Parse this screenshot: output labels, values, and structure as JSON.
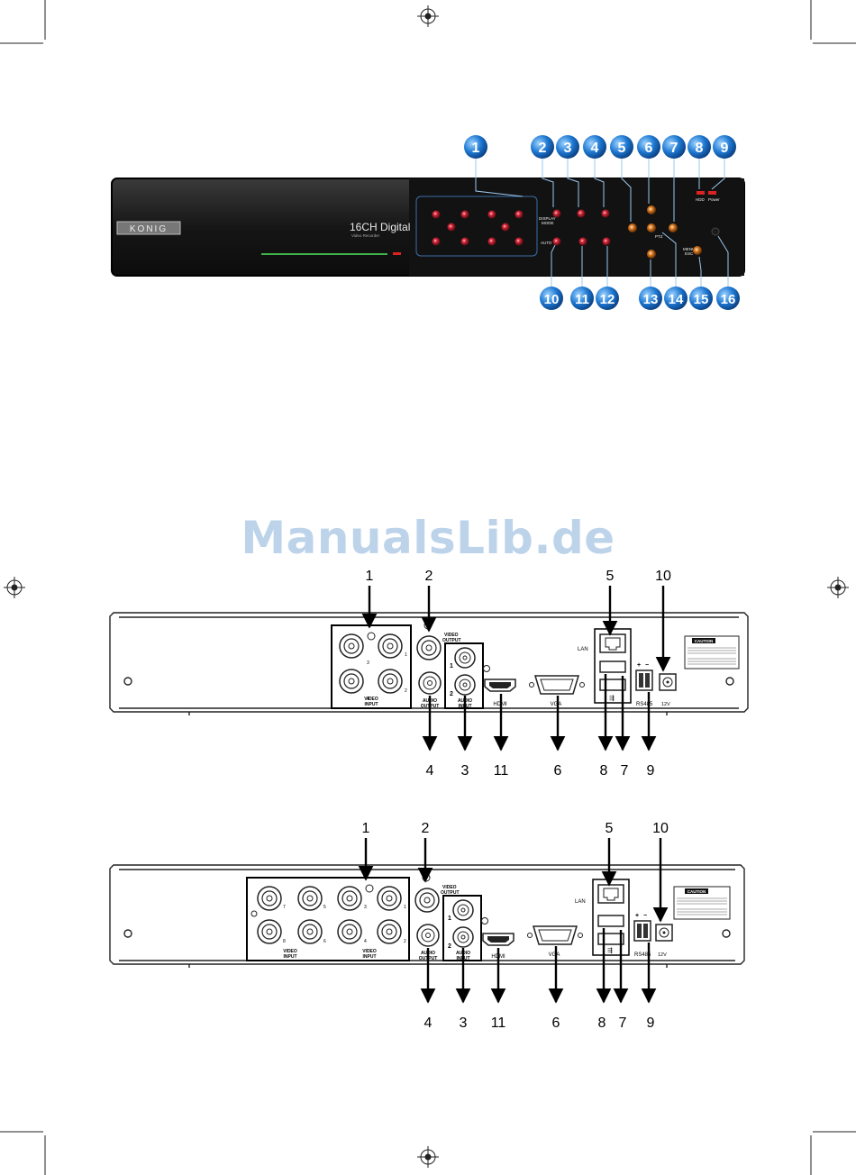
{
  "watermark": "ManualsLib.de",
  "front_panel": {
    "brand_logo": "KONIG",
    "model_line1": "16CH Digital",
    "model_line2": "Video Recorder",
    "callouts": [
      "1",
      "2",
      "3",
      "4",
      "5",
      "6",
      "7",
      "8",
      "9",
      "10",
      "11",
      "12",
      "13",
      "14",
      "15",
      "16"
    ],
    "labels": {
      "display_mode_1": "DISPLAY",
      "display_mode_2": "MODE",
      "auto": "AUTO",
      "ptz": "PTZ",
      "menu_1": "MENU",
      "menu_2": "ESC",
      "hdd": "HDD",
      "power": "Power"
    }
  },
  "rear_panel_4ch": {
    "callouts_top": [
      "1",
      "2",
      "5",
      "10"
    ],
    "callouts_bottom": [
      "4",
      "3",
      "11",
      "6",
      "8",
      "7",
      "9"
    ],
    "labels": {
      "video_input_1": "VIDEO",
      "video_input_2": "INPUT",
      "video_output_1": "VIDEO",
      "video_output_2": "OUTPUT",
      "audio_output_1": "AUDIO",
      "audio_output_2": "OUTPUT",
      "audio_input_1": "AUDIO",
      "audio_input_2": "INPUT",
      "hdmi": "HDMI",
      "vga": "VGA",
      "lan": "LAN",
      "rs485": "RS485",
      "caution": "CAUTION",
      "voltage": "12V",
      "plus": "+",
      "minus": "−"
    },
    "bnc_numbers": [
      "3",
      "1",
      "4",
      "2"
    ]
  },
  "rear_panel_8ch": {
    "callouts_top": [
      "1",
      "2",
      "5",
      "10"
    ],
    "callouts_bottom": [
      "4",
      "3",
      "11",
      "6",
      "8",
      "7",
      "9"
    ],
    "labels": {
      "video_input_1": "VIDEO",
      "video_input_2": "INPUT",
      "video_output_1": "VIDEO",
      "video_output_2": "OUTPUT",
      "audio_output_1": "AUDIO",
      "audio_output_2": "OUTPUT",
      "audio_input_1": "AUDIO",
      "audio_input_2": "INPUT",
      "hdmi": "HDMI",
      "vga": "VGA",
      "lan": "LAN",
      "rs485": "RS485",
      "caution": "CAUTION",
      "voltage": "12V",
      "plus": "+",
      "minus": "−"
    },
    "bnc_numbers": [
      "7",
      "5",
      "3",
      "1",
      "8",
      "6",
      "4",
      "2"
    ]
  }
}
